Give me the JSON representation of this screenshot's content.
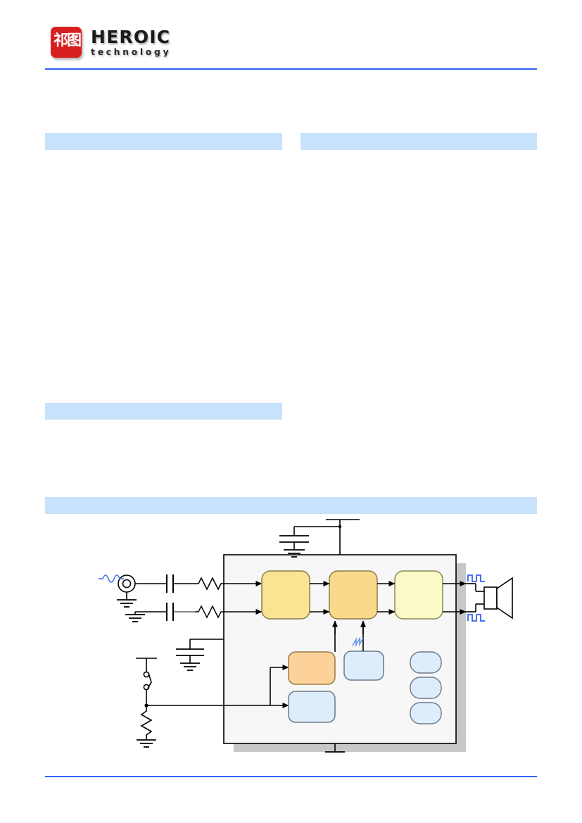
{
  "header": {
    "logo_seal_chars": [
      "祁",
      "图"
    ],
    "brand_name": "HEROIC",
    "brand_tagline": "technology",
    "brand_color": "#D81F20",
    "rule_color": "#2F62F4"
  },
  "sections": [
    {
      "id": "features",
      "label": ""
    },
    {
      "id": "applications",
      "label": ""
    },
    {
      "id": "ordering",
      "label": ""
    },
    {
      "id": "app_circuit",
      "label": ""
    }
  ],
  "section_bar_color": "#C9E2FC",
  "diagram": {
    "type": "application-circuit-block-diagram",
    "ic_package": {
      "fill": "#F7F7F7",
      "stroke": "#000000",
      "shadow_color": "#C8C8C8"
    },
    "blocks": [
      {
        "id": "block-input-stage",
        "label": "",
        "fill": "#FBE394",
        "stroke": "#8A7B45",
        "shape": "rounded-square"
      },
      {
        "id": "block-gain-stage",
        "label": "",
        "fill": "#FBD98C",
        "stroke": "#8A7B45",
        "shape": "rounded-square"
      },
      {
        "id": "block-output-stage",
        "label": "",
        "fill": "#FAFAC8",
        "stroke": "#8A8A55",
        "shape": "rounded-square"
      },
      {
        "id": "block-control",
        "label": "",
        "fill": "#FCD29A",
        "stroke": "#9A7A45",
        "shape": "rounded-rect"
      },
      {
        "id": "block-oscillator",
        "label": "",
        "fill": "#DDEDFB",
        "stroke": "#6A7A8A",
        "shape": "rounded-rect"
      },
      {
        "id": "block-logic",
        "label": "",
        "fill": "#DDEDFB",
        "stroke": "#6A7A8A",
        "shape": "rounded-rect"
      },
      {
        "id": "block-aux-1",
        "label": "",
        "fill": "#DDEDFB",
        "stroke": "#6A7A8A",
        "shape": "pill"
      },
      {
        "id": "block-aux-2",
        "label": "",
        "fill": "#DDEDFB",
        "stroke": "#6A7A8A",
        "shape": "pill"
      },
      {
        "id": "block-aux-3",
        "label": "",
        "fill": "#DDEDFB",
        "stroke": "#6A7A8A",
        "shape": "pill"
      }
    ],
    "components": [
      {
        "id": "ac-signal-source",
        "type": "ac-source",
        "label": ""
      },
      {
        "id": "input-cap-top",
        "type": "capacitor",
        "label": ""
      },
      {
        "id": "input-cap-bottom",
        "type": "capacitor",
        "label": ""
      },
      {
        "id": "input-res-top",
        "type": "resistor",
        "label": ""
      },
      {
        "id": "input-res-bottom",
        "type": "resistor",
        "label": ""
      },
      {
        "id": "bypass-cap",
        "type": "capacitor",
        "label": ""
      },
      {
        "id": "supply-cap",
        "type": "capacitor",
        "label": ""
      },
      {
        "id": "mode-switch",
        "type": "spst-switch",
        "label": ""
      },
      {
        "id": "pulldown-res",
        "type": "resistor",
        "label": ""
      },
      {
        "id": "speaker",
        "type": "speaker",
        "label": ""
      }
    ],
    "waveforms": [
      {
        "id": "input-sine-wave",
        "type": "sine",
        "color": "#4A7FE8"
      },
      {
        "id": "ramp-wave",
        "type": "sawtooth",
        "color": "#6A93E8"
      },
      {
        "id": "pwm-out-top",
        "type": "square",
        "color": "#2F62F4"
      },
      {
        "id": "pwm-out-bottom",
        "type": "square",
        "color": "#2F62F4"
      }
    ],
    "grounds_count": 7,
    "wire_color": "#000000"
  },
  "footer": {
    "rule_color": "#2F62F4",
    "text": ""
  }
}
